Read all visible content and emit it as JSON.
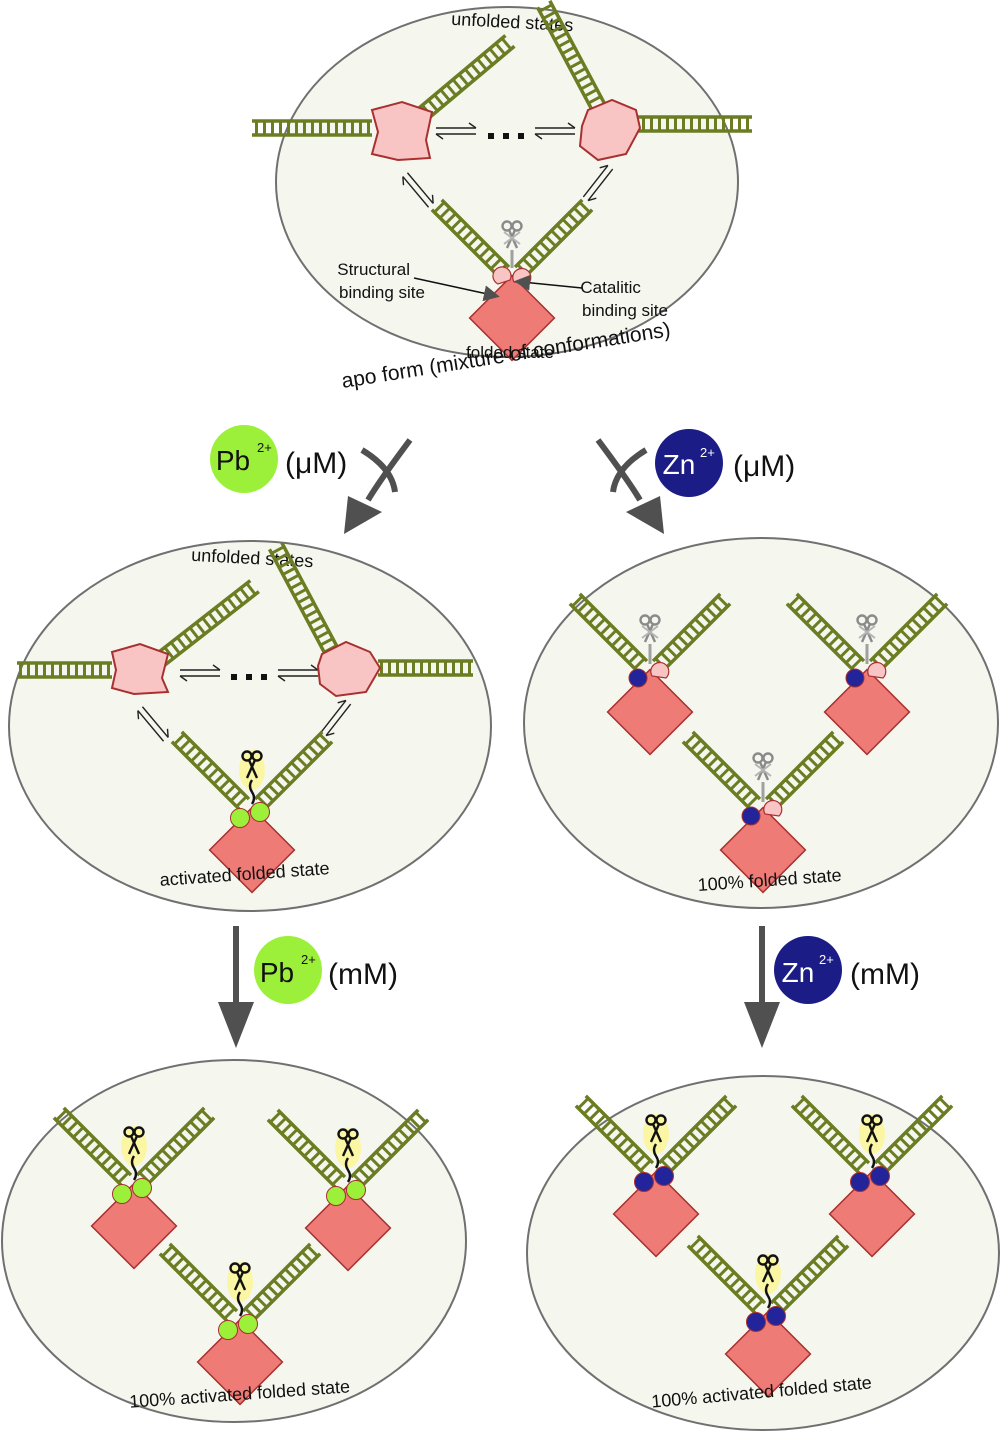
{
  "top": {
    "unfolded_label": "unfolded states",
    "structural_site": "Structural\nbinding site",
    "catalitic_site": "Catalitic\nbinding site",
    "folded_label": "folded state",
    "apo_label": "apo form (mixture of conformations)"
  },
  "arrows": {
    "pb_uM": {
      "ion": "Pb",
      "charge": "2+",
      "conc": "(μM)",
      "color": "#9cf03a"
    },
    "zn_uM": {
      "ion": "Zn",
      "charge": "2+",
      "conc": "(μM)",
      "color": "#1c1c86"
    },
    "pb_mM": {
      "ion": "Pb",
      "charge": "2+",
      "conc": "(mM)",
      "color": "#9cf03a"
    },
    "zn_mM": {
      "ion": "Zn",
      "charge": "2+",
      "conc": "(mM)",
      "color": "#1c1c86"
    }
  },
  "mid_left": {
    "unfolded_label": "unfolded states",
    "state_label": "activated folded state"
  },
  "mid_right": {
    "state_label": "100% folded state"
  },
  "bottom_left": {
    "state_label": "100% activated folded state"
  },
  "bottom_right": {
    "state_label": "100% activated folded state"
  },
  "colors": {
    "dna": "#6b7d22",
    "enzyme_fill": "#ee7b76",
    "enzyme_stroke": "#a83030",
    "unfolded_fill": "#f8c4c4",
    "ellipse_fill": "#f5f7ef",
    "arrow": "#505050",
    "pb_ion": "#9cf03a",
    "zn_ion": "#24249a",
    "glow": "#fbf6a4"
  },
  "icons": [
    "scissors-icon",
    "crossed-scissors-icon",
    "dna-ladder-icon",
    "metal-ion-icon"
  ]
}
